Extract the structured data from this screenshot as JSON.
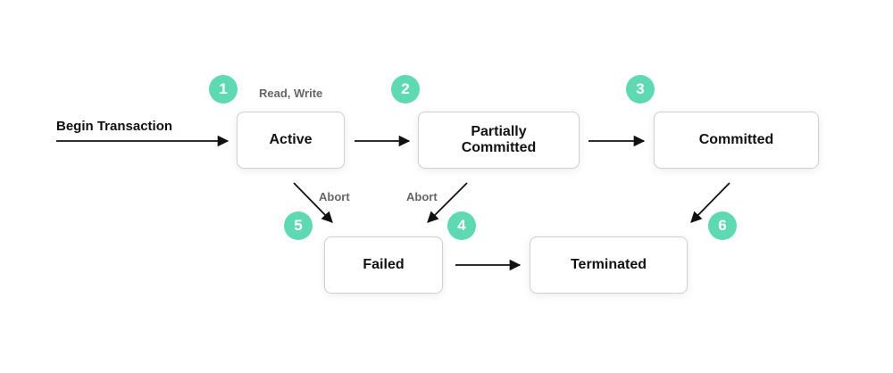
{
  "start_label": "Begin Transaction",
  "states": {
    "active": "Active",
    "partially_committed": [
      "Partially",
      "Committed"
    ],
    "committed": "Committed",
    "failed": "Failed",
    "terminated": "Terminated"
  },
  "edge_labels": {
    "read_write": "Read, Write",
    "abort_active": "Abort",
    "abort_partial": "Abort"
  },
  "badges": [
    "1",
    "2",
    "3",
    "4",
    "5",
    "6"
  ],
  "colors": {
    "badge": "#5fd9b2",
    "arrow": "#111111",
    "border": "#cfcfcf"
  }
}
